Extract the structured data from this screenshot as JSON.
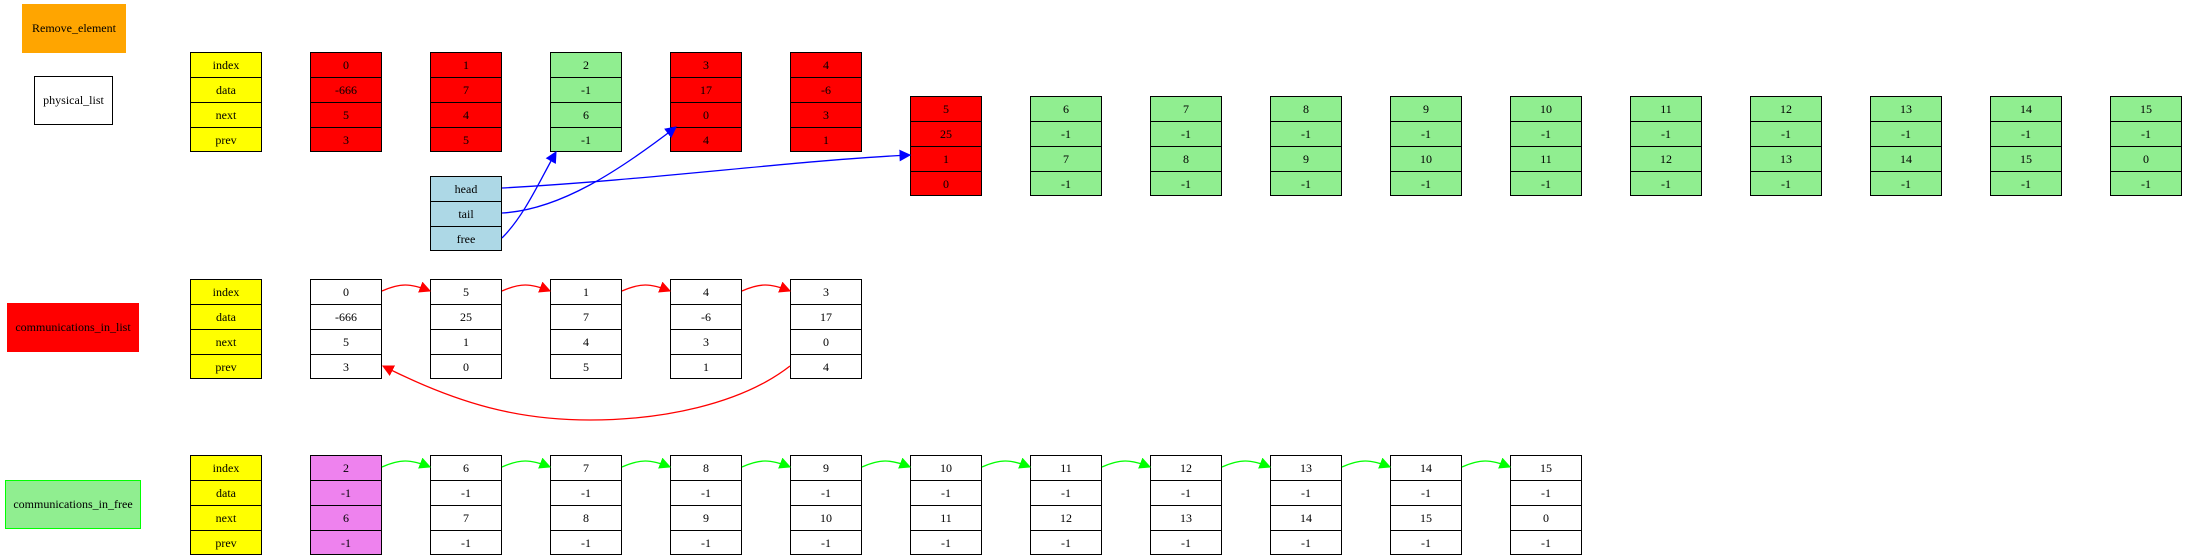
{
  "labels": {
    "remove_element": "Remove_element",
    "physical_list": "physical_list",
    "communications_in_list": "communications_in_list",
    "communications_in_free": "communications_in_free"
  },
  "field_names": [
    "index",
    "data",
    "next",
    "prev"
  ],
  "pointers": {
    "head": "head",
    "tail": "tail",
    "free": "free"
  },
  "physical_nodes": [
    {
      "index": "0",
      "data": "-666",
      "next": "5",
      "prev": "3",
      "color": "#ff0000"
    },
    {
      "index": "1",
      "data": "7",
      "next": "4",
      "prev": "5",
      "color": "#ff0000"
    },
    {
      "index": "2",
      "data": "-1",
      "next": "6",
      "prev": "-1",
      "color": "#90ee90"
    },
    {
      "index": "3",
      "data": "17",
      "next": "0",
      "prev": "4",
      "color": "#ff0000"
    },
    {
      "index": "4",
      "data": "-6",
      "next": "3",
      "prev": "1",
      "color": "#ff0000"
    },
    {
      "index": "5",
      "data": "25",
      "next": "1",
      "prev": "0",
      "color": "#ff0000"
    },
    {
      "index": "6",
      "data": "-1",
      "next": "7",
      "prev": "-1",
      "color": "#90ee90"
    },
    {
      "index": "7",
      "data": "-1",
      "next": "8",
      "prev": "-1",
      "color": "#90ee90"
    },
    {
      "index": "8",
      "data": "-1",
      "next": "9",
      "prev": "-1",
      "color": "#90ee90"
    },
    {
      "index": "9",
      "data": "-1",
      "next": "10",
      "prev": "-1",
      "color": "#90ee90"
    },
    {
      "index": "10",
      "data": "-1",
      "next": "11",
      "prev": "-1",
      "color": "#90ee90"
    },
    {
      "index": "11",
      "data": "-1",
      "next": "12",
      "prev": "-1",
      "color": "#90ee90"
    },
    {
      "index": "12",
      "data": "-1",
      "next": "13",
      "prev": "-1",
      "color": "#90ee90"
    },
    {
      "index": "13",
      "data": "-1",
      "next": "14",
      "prev": "-1",
      "color": "#90ee90"
    },
    {
      "index": "14",
      "data": "-1",
      "next": "15",
      "prev": "-1",
      "color": "#90ee90"
    },
    {
      "index": "15",
      "data": "-1",
      "next": "0",
      "prev": "-1",
      "color": "#90ee90"
    }
  ],
  "list_nodes": [
    {
      "index": "0",
      "data": "-666",
      "next": "5",
      "prev": "3"
    },
    {
      "index": "5",
      "data": "25",
      "next": "1",
      "prev": "0"
    },
    {
      "index": "1",
      "data": "7",
      "next": "4",
      "prev": "5"
    },
    {
      "index": "4",
      "data": "-6",
      "next": "3",
      "prev": "1"
    },
    {
      "index": "3",
      "data": "17",
      "next": "0",
      "prev": "4"
    }
  ],
  "free_nodes": [
    {
      "index": "2",
      "data": "-1",
      "next": "6",
      "prev": "-1",
      "color": "#ee82ee"
    },
    {
      "index": "6",
      "data": "-1",
      "next": "7",
      "prev": "-1"
    },
    {
      "index": "7",
      "data": "-1",
      "next": "8",
      "prev": "-1"
    },
    {
      "index": "8",
      "data": "-1",
      "next": "9",
      "prev": "-1"
    },
    {
      "index": "9",
      "data": "-1",
      "next": "10",
      "prev": "-1"
    },
    {
      "index": "10",
      "data": "-1",
      "next": "11",
      "prev": "-1"
    },
    {
      "index": "11",
      "data": "-1",
      "next": "12",
      "prev": "-1"
    },
    {
      "index": "12",
      "data": "-1",
      "next": "13",
      "prev": "-1"
    },
    {
      "index": "13",
      "data": "-1",
      "next": "14",
      "prev": "-1"
    },
    {
      "index": "14",
      "data": "-1",
      "next": "15",
      "prev": "-1"
    },
    {
      "index": "15",
      "data": "-1",
      "next": "0",
      "prev": "-1"
    }
  ],
  "colors": {
    "header": "#ffff00",
    "used": "#ff0000",
    "free": "#90ee90",
    "pointer": "#add8e6",
    "title": "#ffa500",
    "free_head": "#ee82ee",
    "list_edge": "#ff0000",
    "free_edge": "#00ff00",
    "pointer_edge": "#0000ff"
  }
}
